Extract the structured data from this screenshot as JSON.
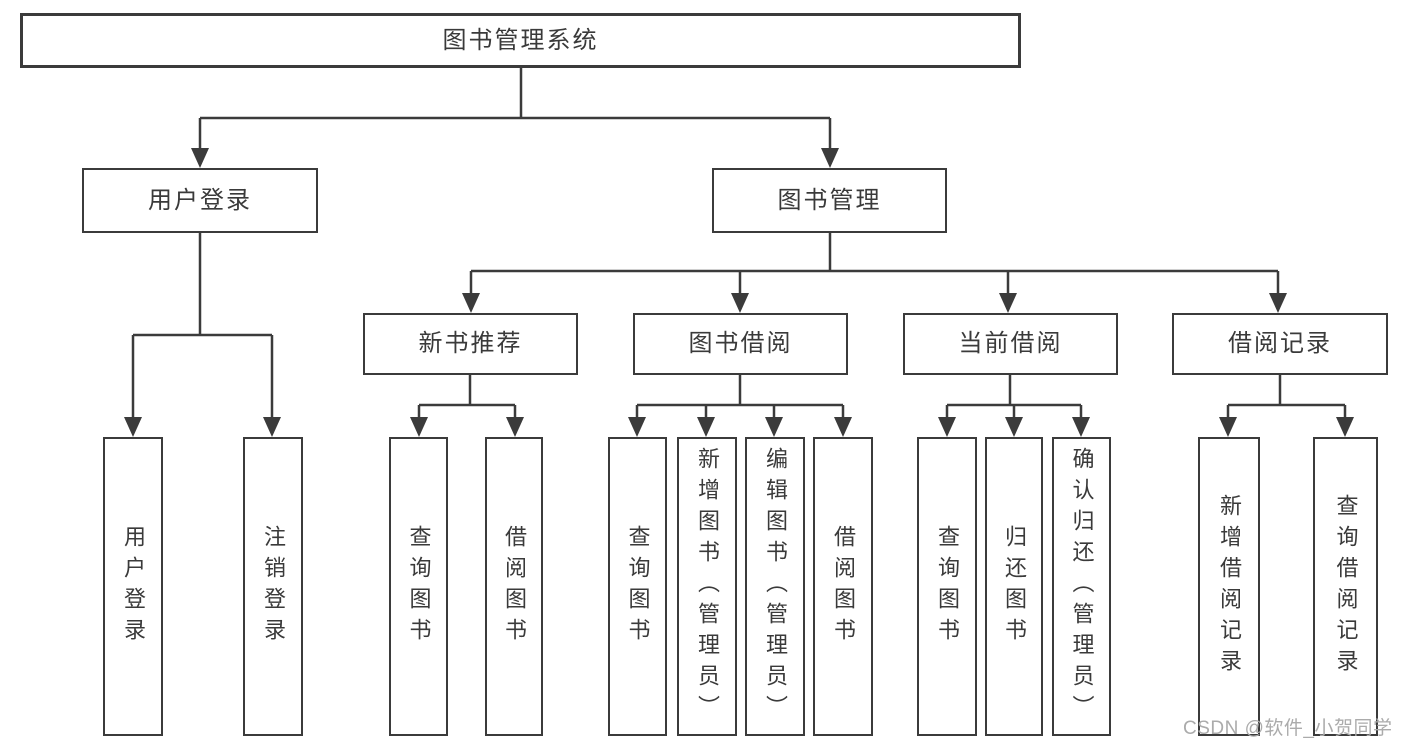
{
  "diagram": {
    "title_node": {
      "label": "图书管理系统"
    },
    "nodes": {
      "root": {
        "label": "图书管理系统"
      },
      "user_login": {
        "label": "用户登录"
      },
      "book_mgmt": {
        "label": "图书管理"
      },
      "new_book_rec": {
        "label": "新书推荐"
      },
      "book_borrow": {
        "label": "图书借阅"
      },
      "current_borrow": {
        "label": "当前借阅"
      },
      "borrow_record": {
        "label": "借阅记录"
      },
      "leaf_user_login": {
        "label": "用户登录"
      },
      "leaf_logout": {
        "label": "注销登录"
      },
      "nb_query_book": {
        "label": "查询图书"
      },
      "nb_borrow_book": {
        "label": "借阅图书"
      },
      "bb_query_book": {
        "label": "查询图书"
      },
      "bb_add_book": {
        "label": "新增图书（管理员）"
      },
      "bb_edit_book": {
        "label": "编辑图书（管理员）"
      },
      "bb_borrow_book": {
        "label": "借阅图书"
      },
      "cb_query_book": {
        "label": "查询图书"
      },
      "cb_return_book": {
        "label": "归还图书"
      },
      "cb_confirm_return": {
        "label": "确认归还（管理员）"
      },
      "br_add_record": {
        "label": "新增借阅记录"
      },
      "br_query_record": {
        "label": "查询借阅记录"
      }
    },
    "colors": {
      "line": "#3b3b3b",
      "text": "#3a3a3a",
      "box_fill": "#ffffff",
      "background": "#ffffff",
      "watermark": "#ababab"
    }
  },
  "watermark": {
    "text": "CSDN @软件_小贺同学"
  }
}
